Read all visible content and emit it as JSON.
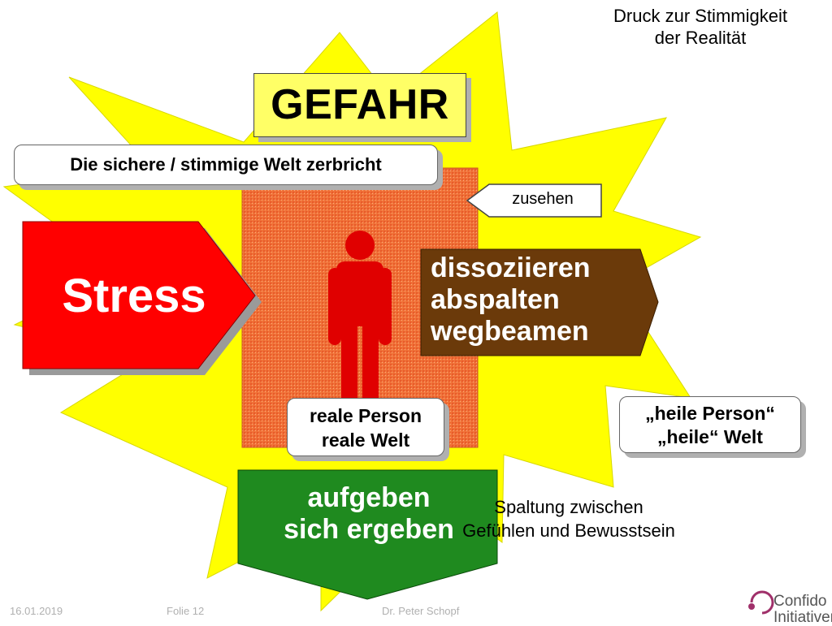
{
  "slide": {
    "corner_title_line1": "Druck zur Stimmigkeit",
    "corner_title_line2": "der Realität"
  },
  "diagram": {
    "gefahr_label": "GEFAHR",
    "broken_world_label": "Die sichere / stimmige Welt zerbricht",
    "watch_label": "zusehen",
    "stress_label": "Stress",
    "dissociate_line1": "dissoziieren",
    "dissociate_line2": "abspalten",
    "dissociate_line3": "wegbeamen",
    "real_person_line1": "reale Person",
    "real_person_line2": "reale Welt",
    "intact_person_line1": "„heile Person“",
    "intact_person_line2": "„heile“ Welt",
    "give_up_line1": "aufgeben",
    "give_up_line2": "sich ergeben",
    "split_line1": "Spaltung zwischen",
    "split_line2": "Gefühlen und Bewusstsein"
  },
  "footer": {
    "date": "16.01.2019",
    "slide_number": "Folie 12",
    "author": "Dr. Peter Schopf",
    "logo_line1": "Confido",
    "logo_line2": "Initiativen"
  },
  "colors": {
    "starburst": "#ffff00",
    "stress_arrow": "#ff0000",
    "dissociate_arrow": "#6b3a0a",
    "give_up_arrow": "#1f8a1f",
    "person_box": "#f0703a",
    "person_figure": "#e00000",
    "gefahr_box": "#ffff66"
  }
}
